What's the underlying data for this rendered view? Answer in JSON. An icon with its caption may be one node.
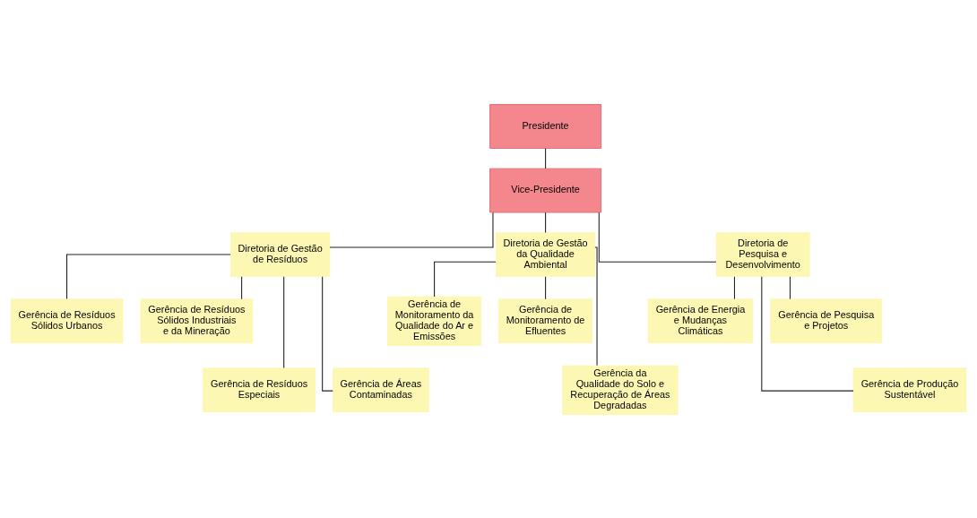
{
  "diagram": {
    "nodes": [
      {
        "text": [
          "Presidente"
        ]
      },
      {
        "text": [
          "Vice-Presidente"
        ]
      },
      {
        "text": [
          "Diretoria de Gestão de Resíduos"
        ]
      },
      {
        "text": [
          "Diretoria de Gestão da Qualidade Ambiental"
        ]
      },
      {
        "text": [
          "Diretoria de Pesquisa e Desenvolvimento"
        ]
      },
      {
        "text": [
          "Gerência de Resíduos Sólidos Urbanos"
        ]
      },
      {
        "text": [
          "Gerência de Resíduos Sólidos Industriais e da Mineração"
        ]
      },
      {
        "text": [
          "Gerência de Resíduos Especiais"
        ]
      },
      {
        "text": [
          "Gerência de Áreas Contaminadas"
        ]
      },
      {
        "text": [
          "Gerência de Monitoramento da Qualidade do Ar e Emissões"
        ]
      },
      {
        "text": [
          "Gerência de Monitoramento de Efluentes"
        ]
      },
      {
        "text": [
          "Gerência da Qualidade do Solo e Recuperação de Áreas Degradadas"
        ]
      },
      {
        "text": [
          "Gerência de Energia e Mudanças Climáticas"
        ]
      },
      {
        "text": [
          "Gerência de Pesquisa e Projetos"
        ]
      },
      {
        "text": [
          "Gerência de Produção Sustentável"
        ]
      }
    ],
    "edges": [
      {
        "from": 0,
        "to": 1,
        "arrow": "none"
      },
      {
        "from": 1,
        "to": 2,
        "arrow": "none"
      },
      {
        "from": 1,
        "to": 3,
        "arrow": "none"
      },
      {
        "from": 1,
        "to": 4,
        "arrow": "none"
      },
      {
        "from": 2,
        "to": 5,
        "arrow": "none"
      },
      {
        "from": 2,
        "to": 6,
        "arrow": "none"
      },
      {
        "from": 2,
        "to": 7,
        "arrow": "none"
      },
      {
        "from": 2,
        "to": 8,
        "arrow": "none"
      },
      {
        "from": 3,
        "to": 9,
        "arrow": "none"
      },
      {
        "from": 3,
        "to": 10,
        "arrow": "none"
      },
      {
        "from": 3,
        "to": 11,
        "arrow": "none"
      },
      {
        "from": 4,
        "to": 12,
        "arrow": "none"
      },
      {
        "from": 4,
        "to": 13,
        "arrow": "none"
      },
      {
        "from": 4,
        "to": 14,
        "arrow": "none"
      }
    ]
  }
}
